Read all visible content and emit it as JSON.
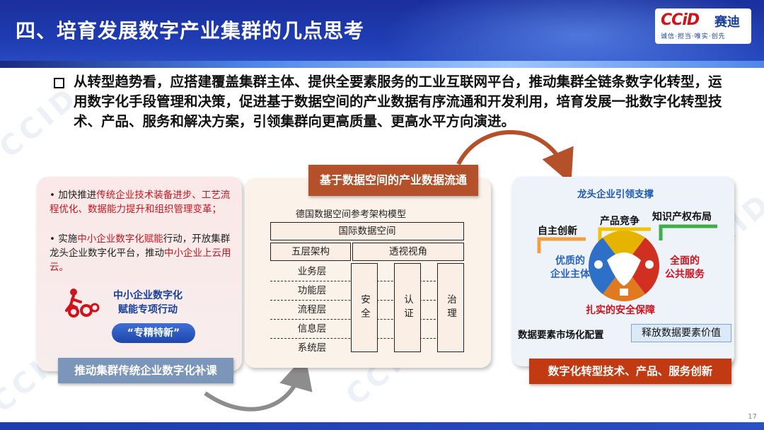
{
  "header": {
    "title": "四、培育发展数字产业集群的几点思考",
    "logo_main": "CCiD",
    "logo_cn": "赛迪",
    "logo_sub": "诚信·担当·唯实·创先"
  },
  "intro": {
    "text": "从转型趋势看，应搭建覆盖集群主体、提供全要素服务的工业互联网平台，推动集群全链条数字化转型，运用数字化手段管理和决策，促进基于数据空间的产业数据有序流通和开发利用，培育发展一批数字化转型技术、产品、服务和解决方案，引领集群向更高质量、更高水平方向演进。"
  },
  "left": {
    "b1_pre": "加快推进",
    "b1_red": "传统企业技术装备进步、工艺流程优化、数据能力提升和组织管理变革；",
    "b2_pre": "实施",
    "b2_red1": "中小企业数字化赋能",
    "b2_mid": "行动，开放集群龙头企业数字化平台，推动",
    "b2_red2": "中小企业上云用云。",
    "action_line1": "中小企业数字化",
    "action_line2": "赋能专项行动",
    "oval": "“专精特新”",
    "banner": "推动集群传统企业数字化补课"
  },
  "middle": {
    "banner": "基于数据空间的产业数据流通",
    "model_title": "德国数据空间参考架构模型",
    "intl": "国际数据空间",
    "five": "五层架构",
    "persp": "透视视角",
    "layers": [
      "业务层",
      "功能层",
      "流程层",
      "信息层",
      "系统层"
    ],
    "col1": "安全",
    "col2": "认证",
    "col3": "治理"
  },
  "right": {
    "title": "龙头企业引领支撑",
    "innov": "自主创新",
    "compete": "产品竞争",
    "ip": "知识产权布局",
    "quality1": "优质的",
    "quality2": "企业主体",
    "service1": "全面的",
    "service2": "公共服务",
    "security": "扎实的安全保障",
    "market": "数据要素市场化配置",
    "release": "释放数据要素价值",
    "banner": "数字化转型技术、产品、服务创新"
  },
  "watermark": "CCID",
  "page_number": "17",
  "colors": {
    "header_blue": "#1e3bb0",
    "accent_red": "#c8161d",
    "brown_banner": "#b4512a",
    "right_banner": "#c23a12",
    "grey_banner": "#7b96b8"
  }
}
